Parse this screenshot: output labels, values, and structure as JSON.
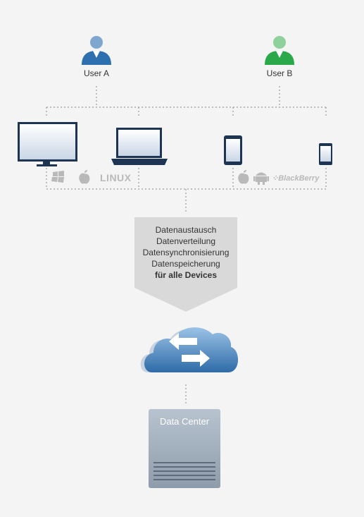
{
  "users": [
    {
      "label": "User A",
      "color": "#2e6fb0"
    },
    {
      "label": "User B",
      "color": "#2aa84a"
    }
  ],
  "platforms": {
    "desktop": [
      "windows-icon",
      "apple-icon",
      "LINUX"
    ],
    "mobile": [
      "apple-icon",
      "android-icon",
      "BlackBerry"
    ]
  },
  "services": {
    "lines": [
      "Datenaustausch",
      "Datenverteilung",
      "Datensynchronisierung",
      "Datenspeicherung"
    ],
    "emphasis": "für alle Devices"
  },
  "cloud": {
    "icon": "cloud-sync-icon"
  },
  "datacenter": {
    "label": "Data Center"
  }
}
